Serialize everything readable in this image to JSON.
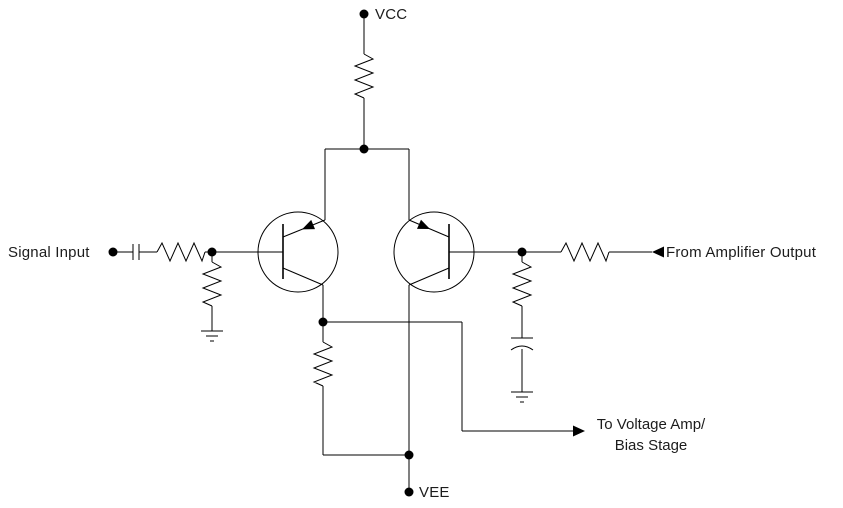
{
  "diagram": {
    "labels": {
      "vcc": "VCC",
      "vee": "VEE",
      "signal_input": "Signal Input",
      "from_amplifier_output": "From Amplifier Output",
      "to_stage_line1": "To Voltage Amp/",
      "to_stage_line2": "Bias Stage"
    },
    "colors": {
      "background": "#ffffff",
      "wire": "#000000",
      "text": "#1c1c1c"
    },
    "components": [
      {
        "name": "vcc-terminal",
        "type": "power-terminal",
        "label": "VCC"
      },
      {
        "name": "vcc-resistor",
        "type": "resistor"
      },
      {
        "name": "collector-rail",
        "type": "wire"
      },
      {
        "name": "q1-transistor",
        "type": "pnp-transistor"
      },
      {
        "name": "q2-transistor",
        "type": "pnp-transistor"
      },
      {
        "name": "signal-input-terminal",
        "type": "terminal",
        "label": "Signal Input"
      },
      {
        "name": "input-coupling-capacitor",
        "type": "capacitor"
      },
      {
        "name": "input-series-resistor",
        "type": "resistor"
      },
      {
        "name": "input-shunt-resistor",
        "type": "resistor"
      },
      {
        "name": "input-ground",
        "type": "ground"
      },
      {
        "name": "feedback-series-resistor",
        "type": "resistor"
      },
      {
        "name": "feedback-arrow",
        "type": "connection-arrow",
        "label": "From Amplifier Output"
      },
      {
        "name": "feedback-shunt-resistor",
        "type": "resistor"
      },
      {
        "name": "feedback-capacitor",
        "type": "polarized-capacitor"
      },
      {
        "name": "feedback-ground",
        "type": "ground"
      },
      {
        "name": "tail-resistor",
        "type": "resistor"
      },
      {
        "name": "output-arrow",
        "type": "connection-arrow",
        "label": "To Voltage Amp/ Bias Stage"
      },
      {
        "name": "vee-terminal",
        "type": "power-terminal",
        "label": "VEE"
      }
    ]
  }
}
